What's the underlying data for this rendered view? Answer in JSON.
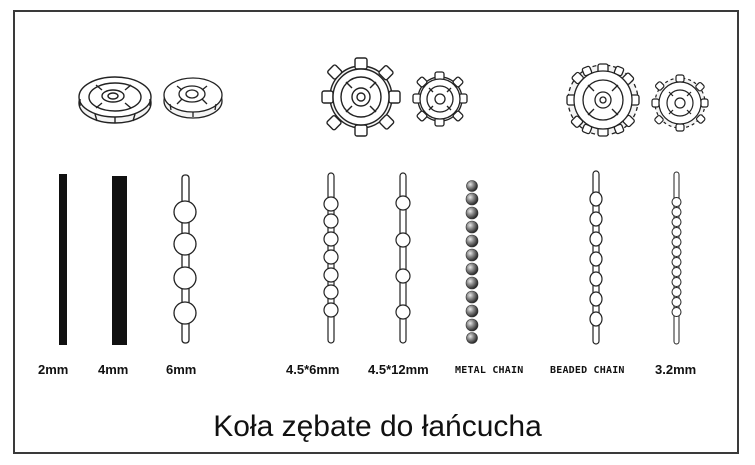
{
  "labels": {
    "strip_2mm": "2mm",
    "strip_4mm": "4mm",
    "chain_6mm": "6mm",
    "chain_4_5x6": "4.5*6mm",
    "chain_4_5x12": "4.5*12mm",
    "metal_chain": "METAL CHAIN",
    "beaded_chain": "BEADED CHAIN",
    "chain_3_2": "3.2mm"
  },
  "caption": "Koła zębate do łańcucha",
  "colors": {
    "ink": "#111111",
    "paper": "#ffffff",
    "frame": "#3a3a3a",
    "metal": "#555555"
  },
  "icons": [
    "pulley-wheel-large",
    "pulley-wheel-small",
    "sprocket-wheel-large",
    "sprocket-wheel-small"
  ]
}
